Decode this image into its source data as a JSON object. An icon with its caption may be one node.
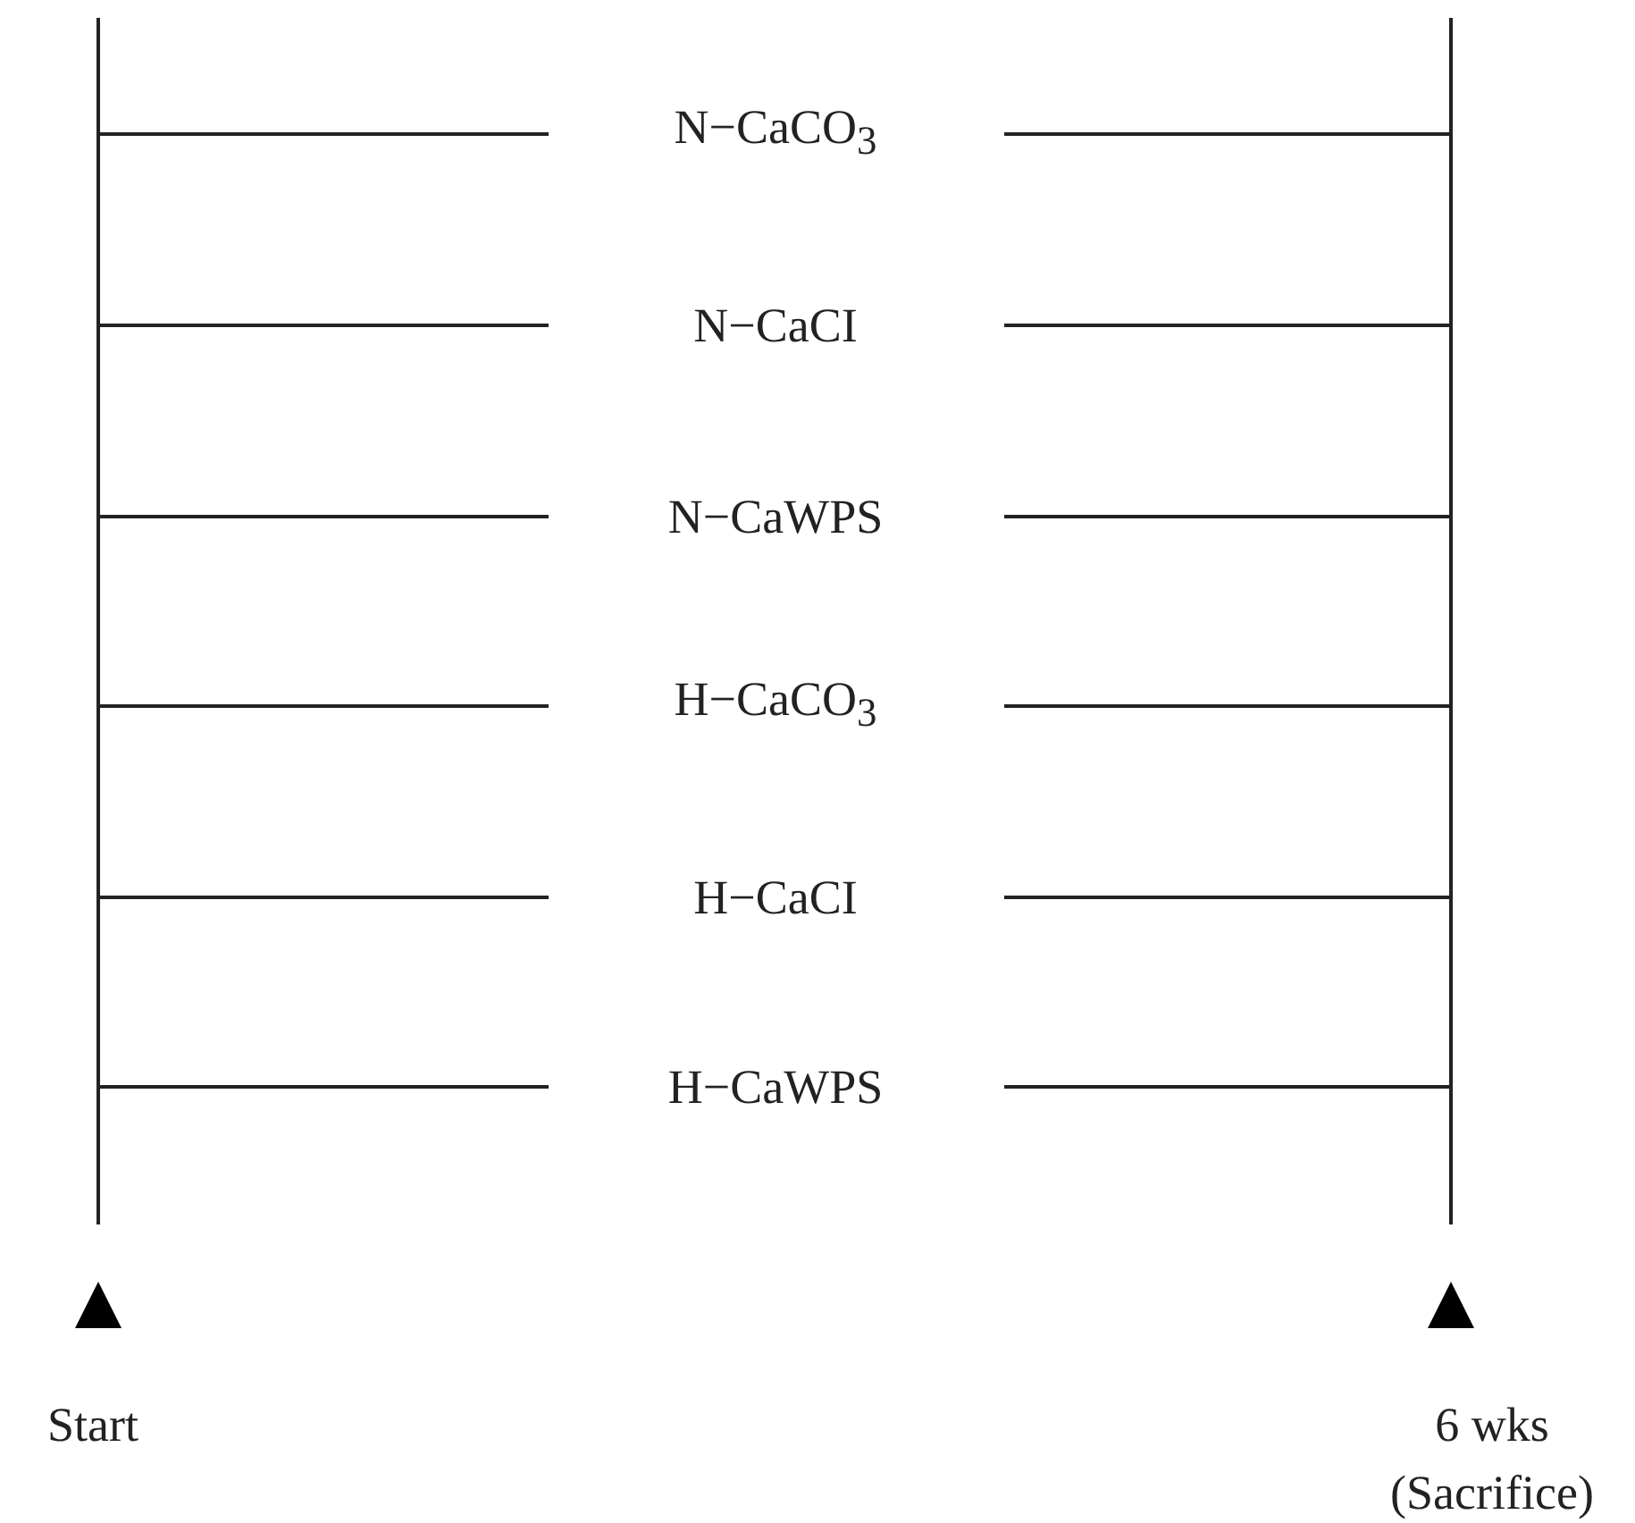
{
  "diagram": {
    "labels": [
      "N−CaCO$_{3}$",
      "N−CaCI",
      "N−CaWPS",
      "H−CaCO$_{3}$",
      "H−CaCI",
      "H−CaWPS",
      "Start",
      "6 wks (Sacrifice)"
    ]
  }
}
